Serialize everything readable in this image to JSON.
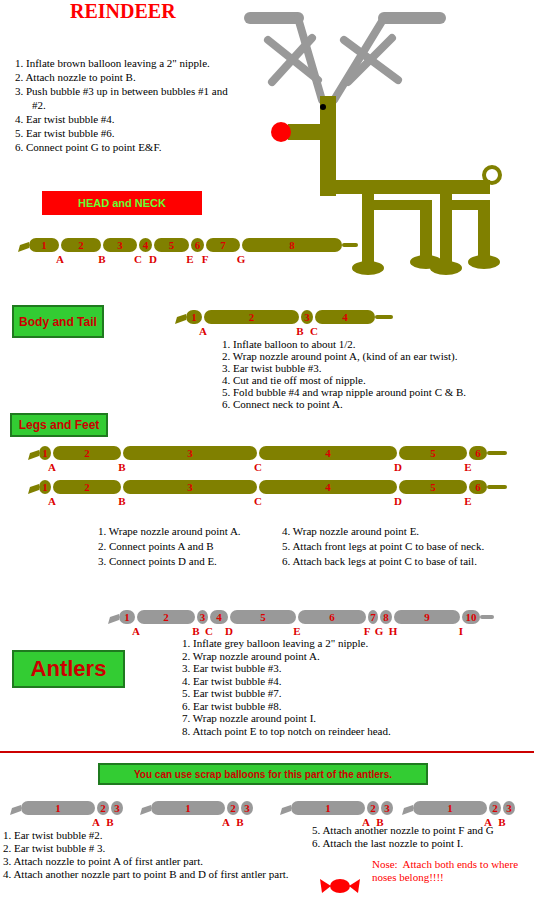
{
  "diagram": {
    "title": "REINDEER",
    "nodes": [
      {
        "text": [
          "HEAD and NECK"
        ]
      },
      {
        "text": [
          "Body and Tail"
        ]
      },
      {
        "text": [
          "Legs and Feet"
        ]
      },
      {
        "text": [
          "Antlers"
        ]
      },
      {
        "text": [
          "You can use scrap balloons for this part of the antlers."
        ]
      }
    ],
    "labels": [
      "1. Inflate brown balloon leaving a 2\" nipple.",
      "2. Attach nozzle to point B.",
      "3. Push bubble #3 up in between bubbles #1 and #2.",
      "4. Ear twist bubble #4.",
      "5. Ear twist bubble #6.",
      "6. Connect point G to point E&F.",
      "1",
      "2",
      "3",
      "4",
      "5",
      "6",
      "7",
      "8",
      "A",
      "B",
      "C",
      "D",
      "E",
      "F",
      "G",
      "1",
      "2",
      "3",
      "4",
      "A",
      "B",
      "C",
      "1. Inflate balloon to about 1/2.",
      "2. Wrap nozzle around point A, (kind of an ear twist).",
      "3. Ear twist bubble #3.",
      "4. Cut and tie off most of nipple.",
      "5. Fold bubble #4 and wrap nipple around point C & B.",
      "6. Connect neck to point A.",
      "1",
      "2",
      "3",
      "4",
      "5",
      "6",
      "A",
      "B",
      "C",
      "D",
      "E",
      "1",
      "2",
      "3",
      "4",
      "5",
      "6",
      "A",
      "B",
      "C",
      "D",
      "E",
      "1. Wrape nozzle around point A.",
      "2. Connect points A and B",
      "3. Connect points D and E.",
      "4. Wrap nozzle around point E.",
      "5. Attach front legs at point C to base of neck.",
      "6. Attach back legs at point C to base of tail.",
      "1",
      "2",
      "3",
      "4",
      "5",
      "6",
      "7",
      "8",
      "9",
      "10",
      "A",
      "B",
      "C",
      "D",
      "E",
      "F",
      "G",
      "H",
      "I",
      "1. Inflate grey balloon leaving a 2\" nipple.",
      "2. Wrap nozzle around point A.",
      "3. Ear twist bubble #3.",
      "4. Ear twist bubble #4.",
      "5. Ear twist bubble #7.",
      "6. Ear twist bubble #8.",
      "7. Wrap nozzle around point I.",
      "8. Attach point E to top notch on reindeer head.",
      "1",
      "2",
      "3",
      "A",
      "B",
      "1",
      "2",
      "3",
      "A",
      "B",
      "1",
      "2",
      "3",
      "A",
      "B",
      "1",
      "2",
      "3",
      "A",
      "B",
      "1. Ear twist bubble #2.",
      "2. Ear twist bubble # 3.",
      "3. Attach nozzle to point A of first antler part.",
      "4. Attach another nozzle part to point B and D of first antler part.",
      "5. Attach another nozzle to point F and G",
      "6. Attach the last nozzle to point I.",
      "Nose:  Attach both ends to where noses belong!!!!"
    ]
  }
}
